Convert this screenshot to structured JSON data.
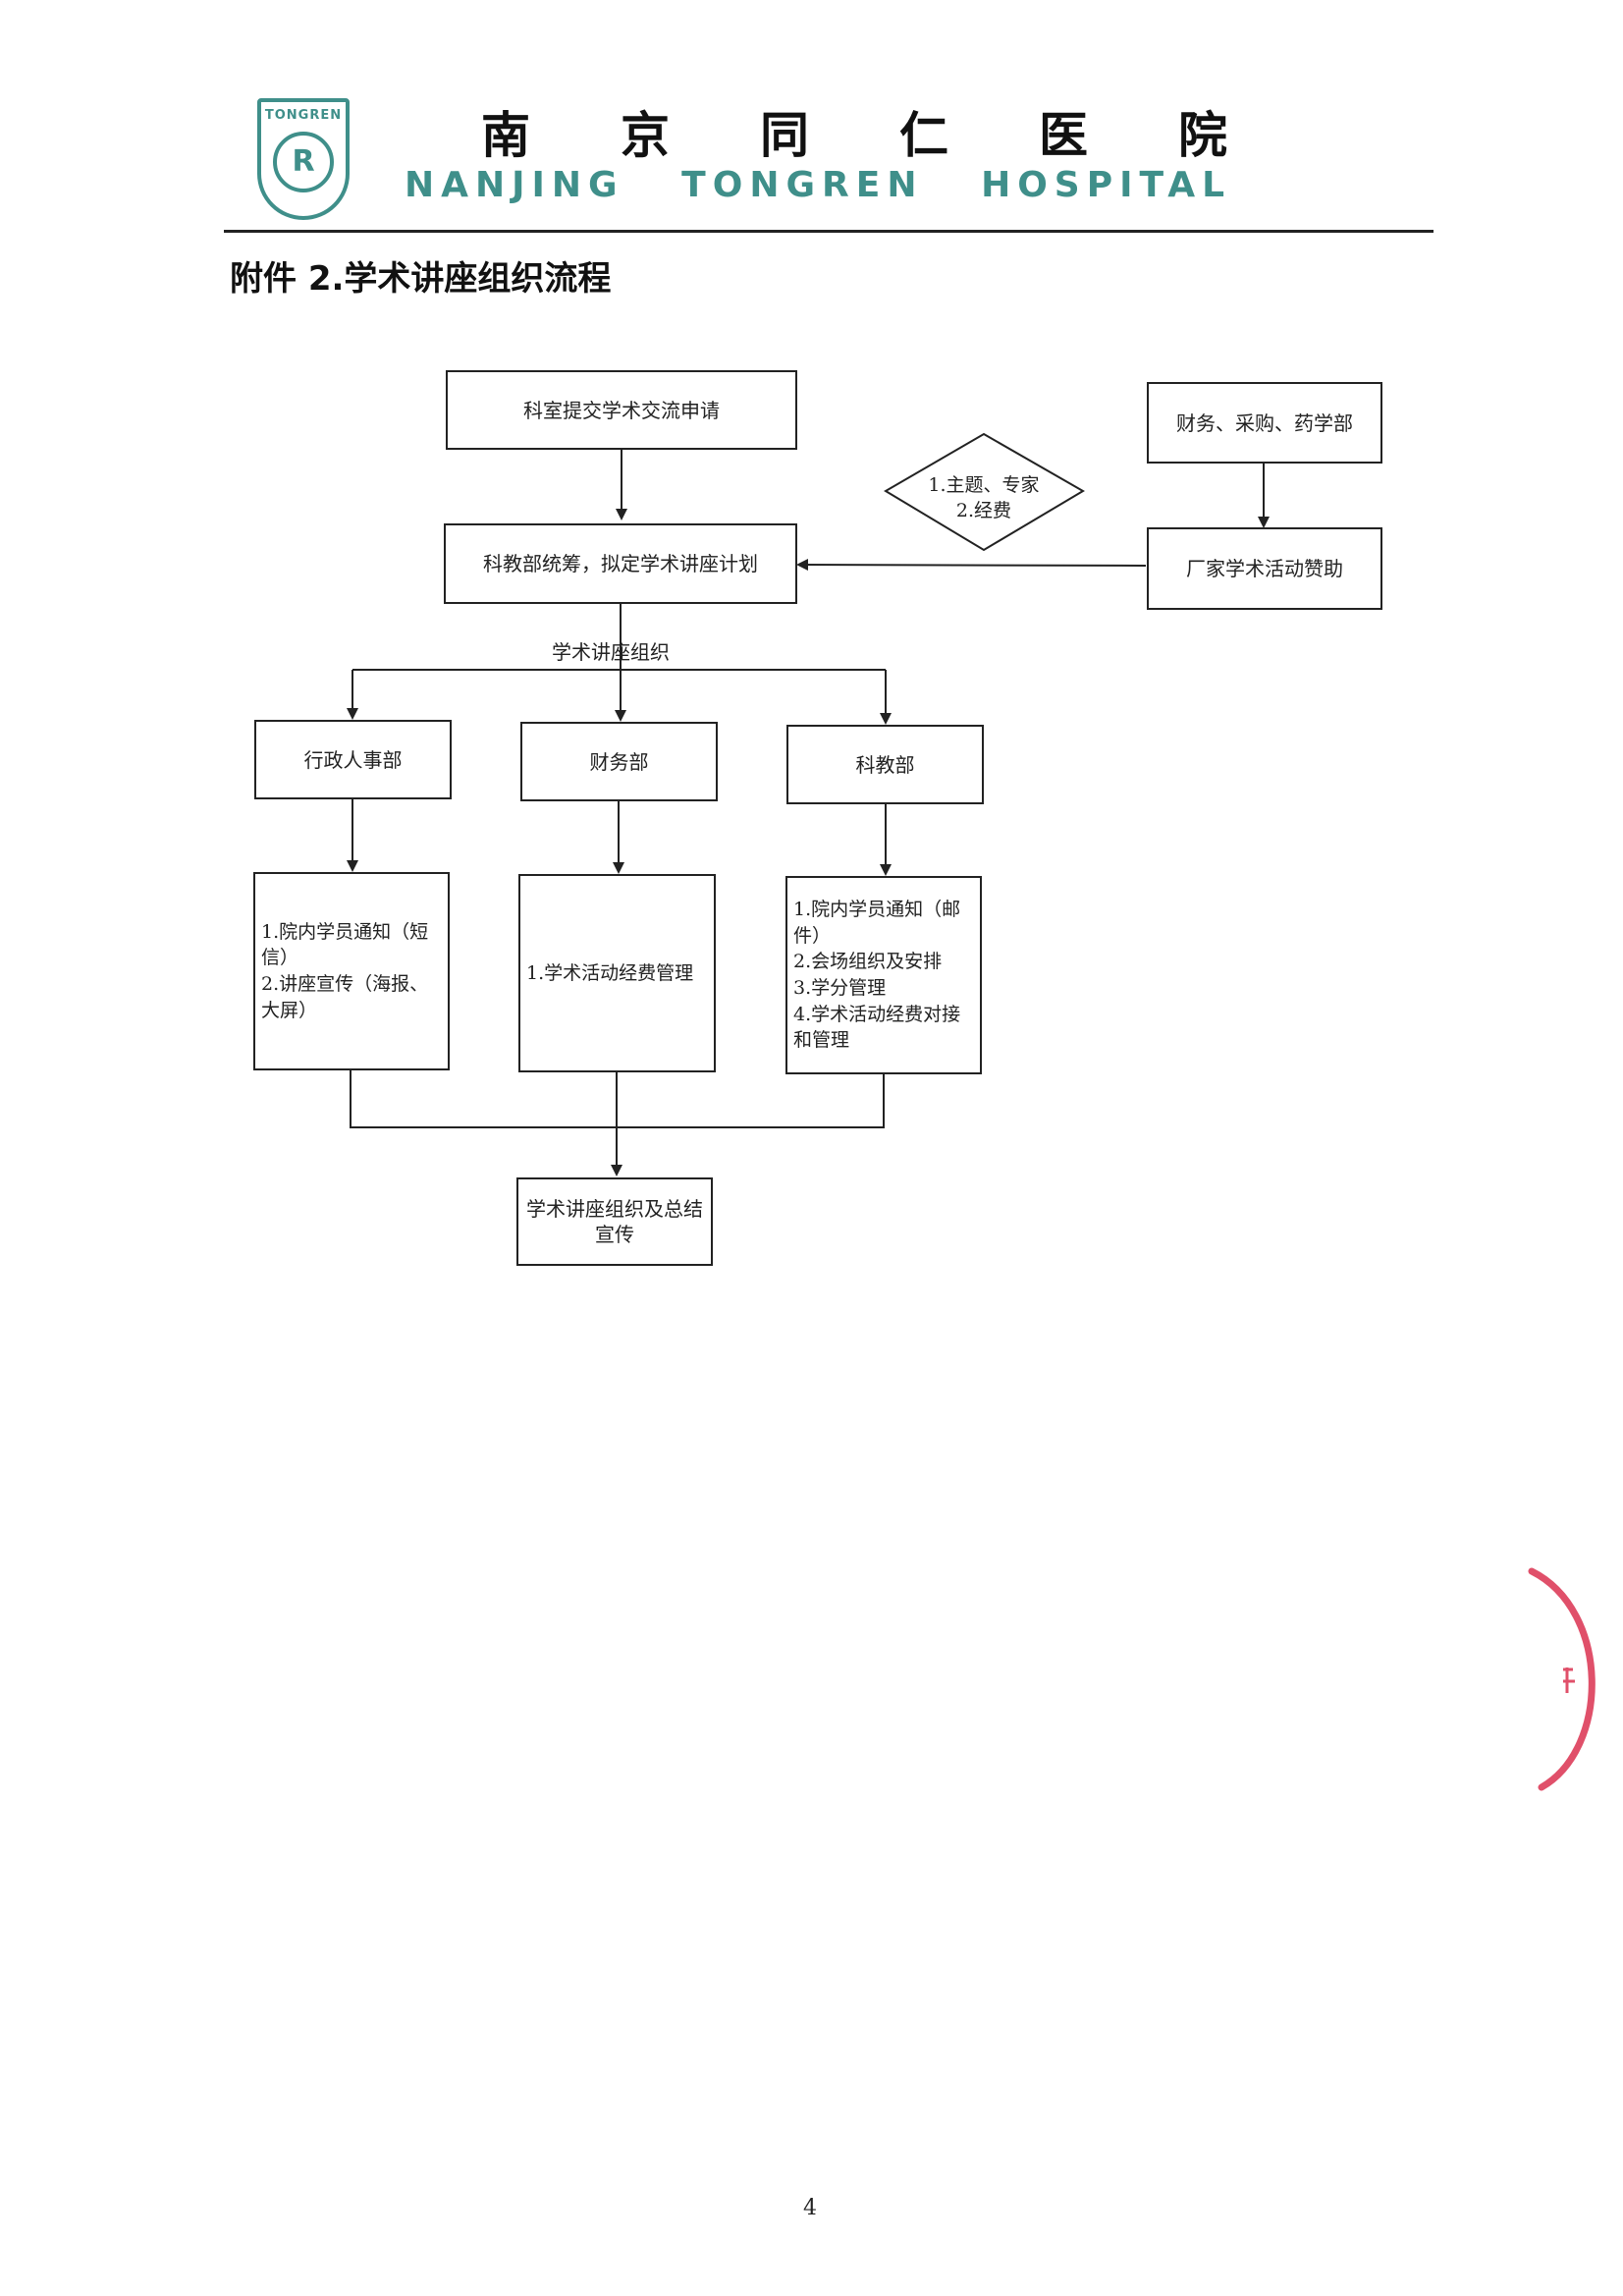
{
  "header": {
    "logo_text": "TONGREN",
    "logo_mark": "R",
    "hospital_chars": [
      "南",
      "京",
      "同",
      "仁",
      "医",
      "院"
    ],
    "hospital_en": "NANJING   TONGREN   HOSPITAL"
  },
  "document": {
    "title": "附件 2.学术讲座组织流程",
    "page_number": "4"
  },
  "flowchart": {
    "submit_request": "科室提交学术交流申请",
    "plan": "科教部统筹，拟定学术讲座计划",
    "finance_procurement": "财务、采购、药学部",
    "sponsorship": "厂家学术活动赞助",
    "review_criteria": [
      "1.主题、专家",
      "2.经费"
    ],
    "branch_label": "学术讲座组织",
    "departments": [
      "行政人事部",
      "财务部",
      "科教部"
    ],
    "admin_tasks": [
      "1.院内学员通知（短信）",
      "2.讲座宣传（海报、大屏）"
    ],
    "finance_tasks": [
      "1.学术活动经费管理"
    ],
    "edu_tasks": [
      "1.院内学员通知（邮件）",
      "2.会场组织及安排",
      "3.学分管理",
      "4.学术活动经费对接和管理"
    ],
    "summary": "学术讲座组织及总结宣传"
  }
}
